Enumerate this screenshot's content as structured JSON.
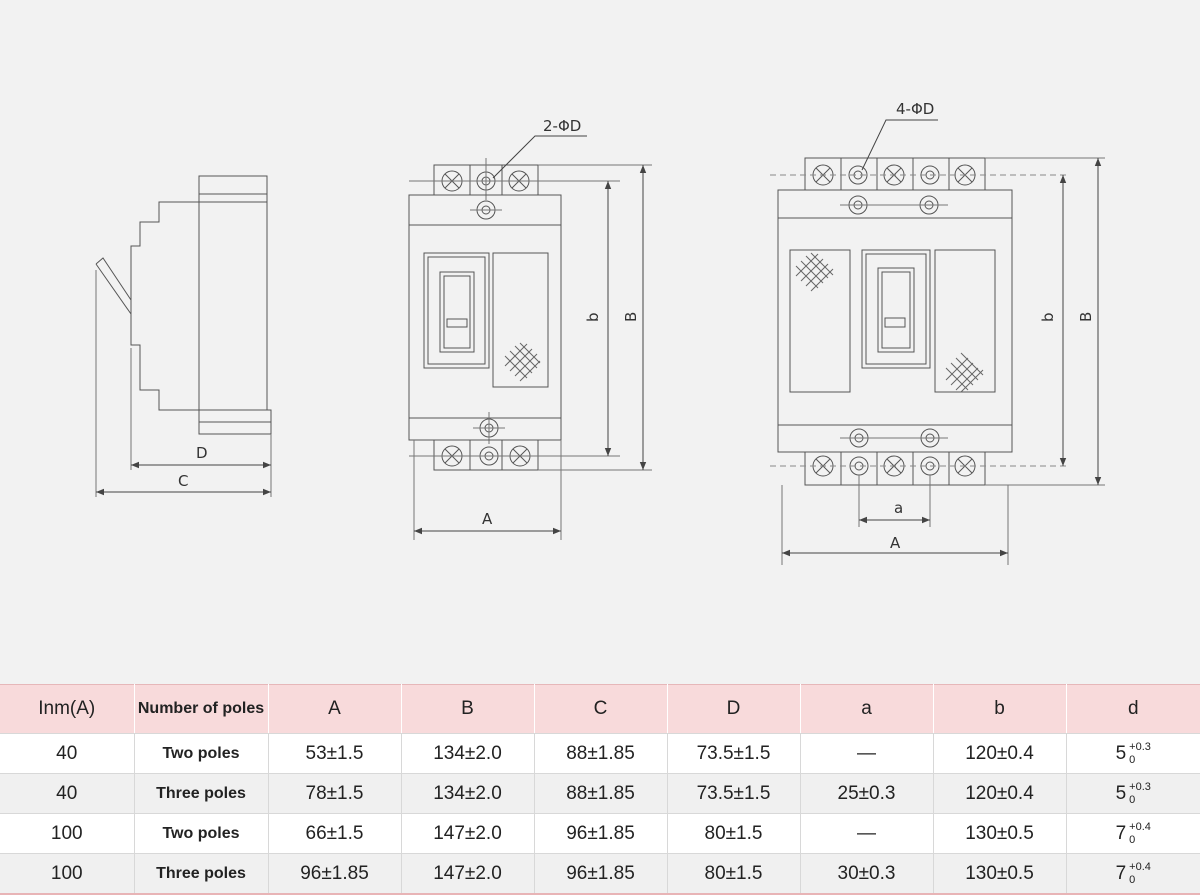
{
  "drawing": {
    "labels": {
      "side_d": "D",
      "side_c": "C",
      "two_pole_holes": "2-ΦD",
      "two_pole_b": "b",
      "two_pole_B": "B",
      "two_pole_A": "A",
      "three_pole_holes": "4-ΦD",
      "three_pole_b": "b",
      "three_pole_B": "B",
      "three_pole_a": "a",
      "three_pole_A": "A"
    }
  },
  "table": {
    "headers": [
      "Inm(A)",
      "Number of poles",
      "A",
      "B",
      "C",
      "D",
      "a",
      "b",
      "d"
    ],
    "rows": [
      {
        "inm": "40",
        "poles": "Two poles",
        "A": "53±1.5",
        "B": "134±2.0",
        "C": "88±1.85",
        "D": "73.5±1.5",
        "a": "—",
        "b": "120±0.4",
        "d_base": "5",
        "d_upper": "+0.3",
        "d_lower": "0"
      },
      {
        "inm": "40",
        "poles": "Three poles",
        "A": "78±1.5",
        "B": "134±2.0",
        "C": "88±1.85",
        "D": "73.5±1.5",
        "a": "25±0.3",
        "b": "120±0.4",
        "d_base": "5",
        "d_upper": "+0.3",
        "d_lower": "0"
      },
      {
        "inm": "100",
        "poles": "Two poles",
        "A": "66±1.5",
        "B": "147±2.0",
        "C": "96±1.85",
        "D": "80±1.5",
        "a": "—",
        "b": "130±0.5",
        "d_base": "7",
        "d_upper": "+0.4",
        "d_lower": "0"
      },
      {
        "inm": "100",
        "poles": "Three poles",
        "A": "96±1.85",
        "B": "147±2.0",
        "C": "96±1.85",
        "D": "80±1.5",
        "a": "30±0.3",
        "b": "130±0.5",
        "d_base": "7",
        "d_upper": "+0.4",
        "d_lower": "0"
      }
    ]
  }
}
